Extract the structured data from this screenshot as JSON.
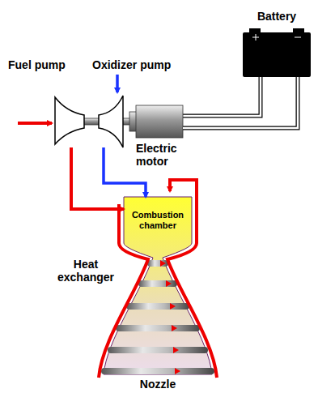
{
  "diagram": {
    "nodes": [
      {
        "text": [
          "Battery"
        ]
      },
      {
        "text": [
          "Fuel pump"
        ]
      },
      {
        "text": [
          "Oxidizer pump"
        ]
      },
      {
        "text": [
          "Electric motor"
        ]
      },
      {
        "text": [
          "Combustion chamber"
        ]
      },
      {
        "text": [
          "Nozzle"
        ]
      }
    ],
    "edges": [
      {
        "from": 1,
        "to": 4,
        "arrow": "to"
      },
      {
        "from": 2,
        "to": 4,
        "arrow": "to"
      },
      {
        "from": 0,
        "to": 3,
        "arrow": "none"
      }
    ],
    "labels": [
      "Heat exchanger"
    ]
  }
}
